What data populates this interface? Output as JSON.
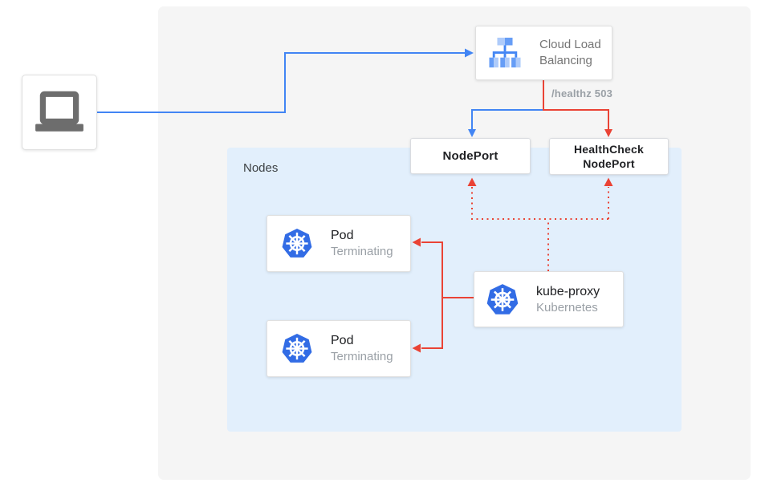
{
  "diagram": {
    "client": {
      "icon": "laptop"
    },
    "load_balancer": {
      "label": "Cloud Load Balancing",
      "icon": "cloud-load-balancing"
    },
    "health_check_status": "/healthz 503",
    "node_port": {
      "label": "NodePort"
    },
    "health_check_node_port": {
      "line1": "HealthCheck",
      "line2": "NodePort"
    },
    "nodes_group": {
      "label": "Nodes"
    },
    "pods": [
      {
        "title": "Pod",
        "status": "Terminating",
        "icon": "kubernetes"
      },
      {
        "title": "Pod",
        "status": "Terminating",
        "icon": "kubernetes"
      }
    ],
    "kube_proxy": {
      "title": "kube-proxy",
      "subtitle": "Kubernetes",
      "icon": "kubernetes"
    },
    "colors": {
      "blue_flow": "#4285f4",
      "red_flow": "#ea4335",
      "panel_background": "#f5f5f5",
      "nodes_background": "#e2effc",
      "kubernetes_blue": "#326ce5",
      "lb_icon_light_blue": "#aecbfa",
      "lb_icon_medium_blue": "#669df6",
      "laptop_gray": "#6d6d6d"
    }
  }
}
